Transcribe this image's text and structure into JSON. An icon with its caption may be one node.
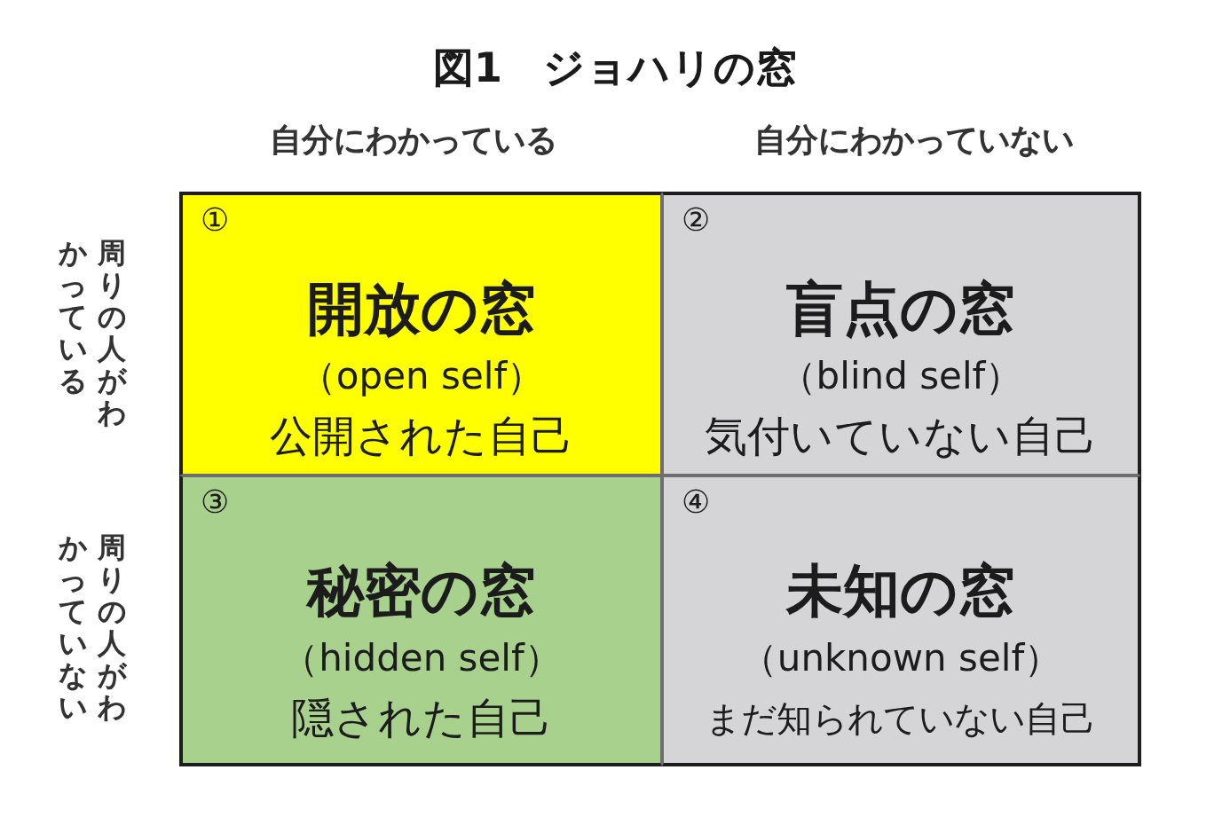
{
  "diagram": {
    "title": "図1　ジョハリの窓",
    "nodes": [
      {
        "text": [
          "①",
          "開放の窓",
          "（open self）",
          "公開された自己"
        ]
      },
      {
        "text": [
          "②",
          "盲点の窓",
          "（blind self）",
          "気付いていない自己"
        ]
      },
      {
        "text": [
          "③",
          "秘密の窓",
          "（hidden self）",
          "隠された自己"
        ]
      },
      {
        "text": [
          "④",
          "未知の窓",
          "（unknown self）",
          "まだ知られていない自己"
        ]
      }
    ],
    "labels": [
      "自分にわかっている",
      "自分にわかっていない",
      "周りの人がわかっている",
      "周りの人がわかっていない"
    ]
  }
}
